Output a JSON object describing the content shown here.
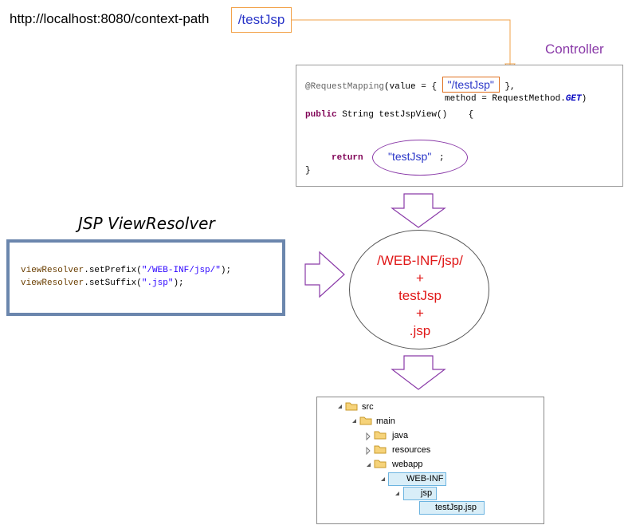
{
  "url": {
    "base": "http://localhost:8080/context-path",
    "path": "/testJsp"
  },
  "controller": {
    "title": "Controller",
    "code": {
      "line1_annotation": "@RequestMapping",
      "line1_pre": "(value = { ",
      "line1_mapping_value": "\"/testJsp\"",
      "line1_post": " },",
      "line2_pre": "method = RequestMethod.",
      "line2_method": "GET",
      "line2_post": ")",
      "line3_kw": "public",
      "line3_rest": " String testJspView()    {",
      "return_kw": "return",
      "return_value": "\"testJsp\"",
      "return_semicolon": ";",
      "close_brace": "}"
    }
  },
  "resolver": {
    "title": "JSP ViewResolver",
    "line1_obj": "viewResolver",
    "line1_method": ".setPrefix(",
    "line1_arg": "\"/WEB-INF/jsp/\"",
    "line1_end": ");",
    "line2_obj": "viewResolver",
    "line2_method": ".setSuffix(",
    "line2_arg": "\".jsp\"",
    "line2_end": ");"
  },
  "result": {
    "prefix": "/WEB-INF/jsp/",
    "plus1": "+",
    "view": "testJsp",
    "plus2": "+",
    "suffix": ".jsp"
  },
  "tree": {
    "items": [
      {
        "label": "src"
      },
      {
        "label": "main"
      },
      {
        "label": "java"
      },
      {
        "label": "resources"
      },
      {
        "label": "webapp"
      },
      {
        "label": "WEB-INF"
      },
      {
        "label": "jsp"
      },
      {
        "label": "testJsp.jsp"
      }
    ]
  },
  "colors": {
    "url_box_border": "#f2a24a",
    "path_text": "#2a36c8",
    "controller_title": "#8a3aa8",
    "result_text": "#e01818",
    "resolver_border": "#6b86ad",
    "arrow_stroke": "#8a3aa8"
  }
}
